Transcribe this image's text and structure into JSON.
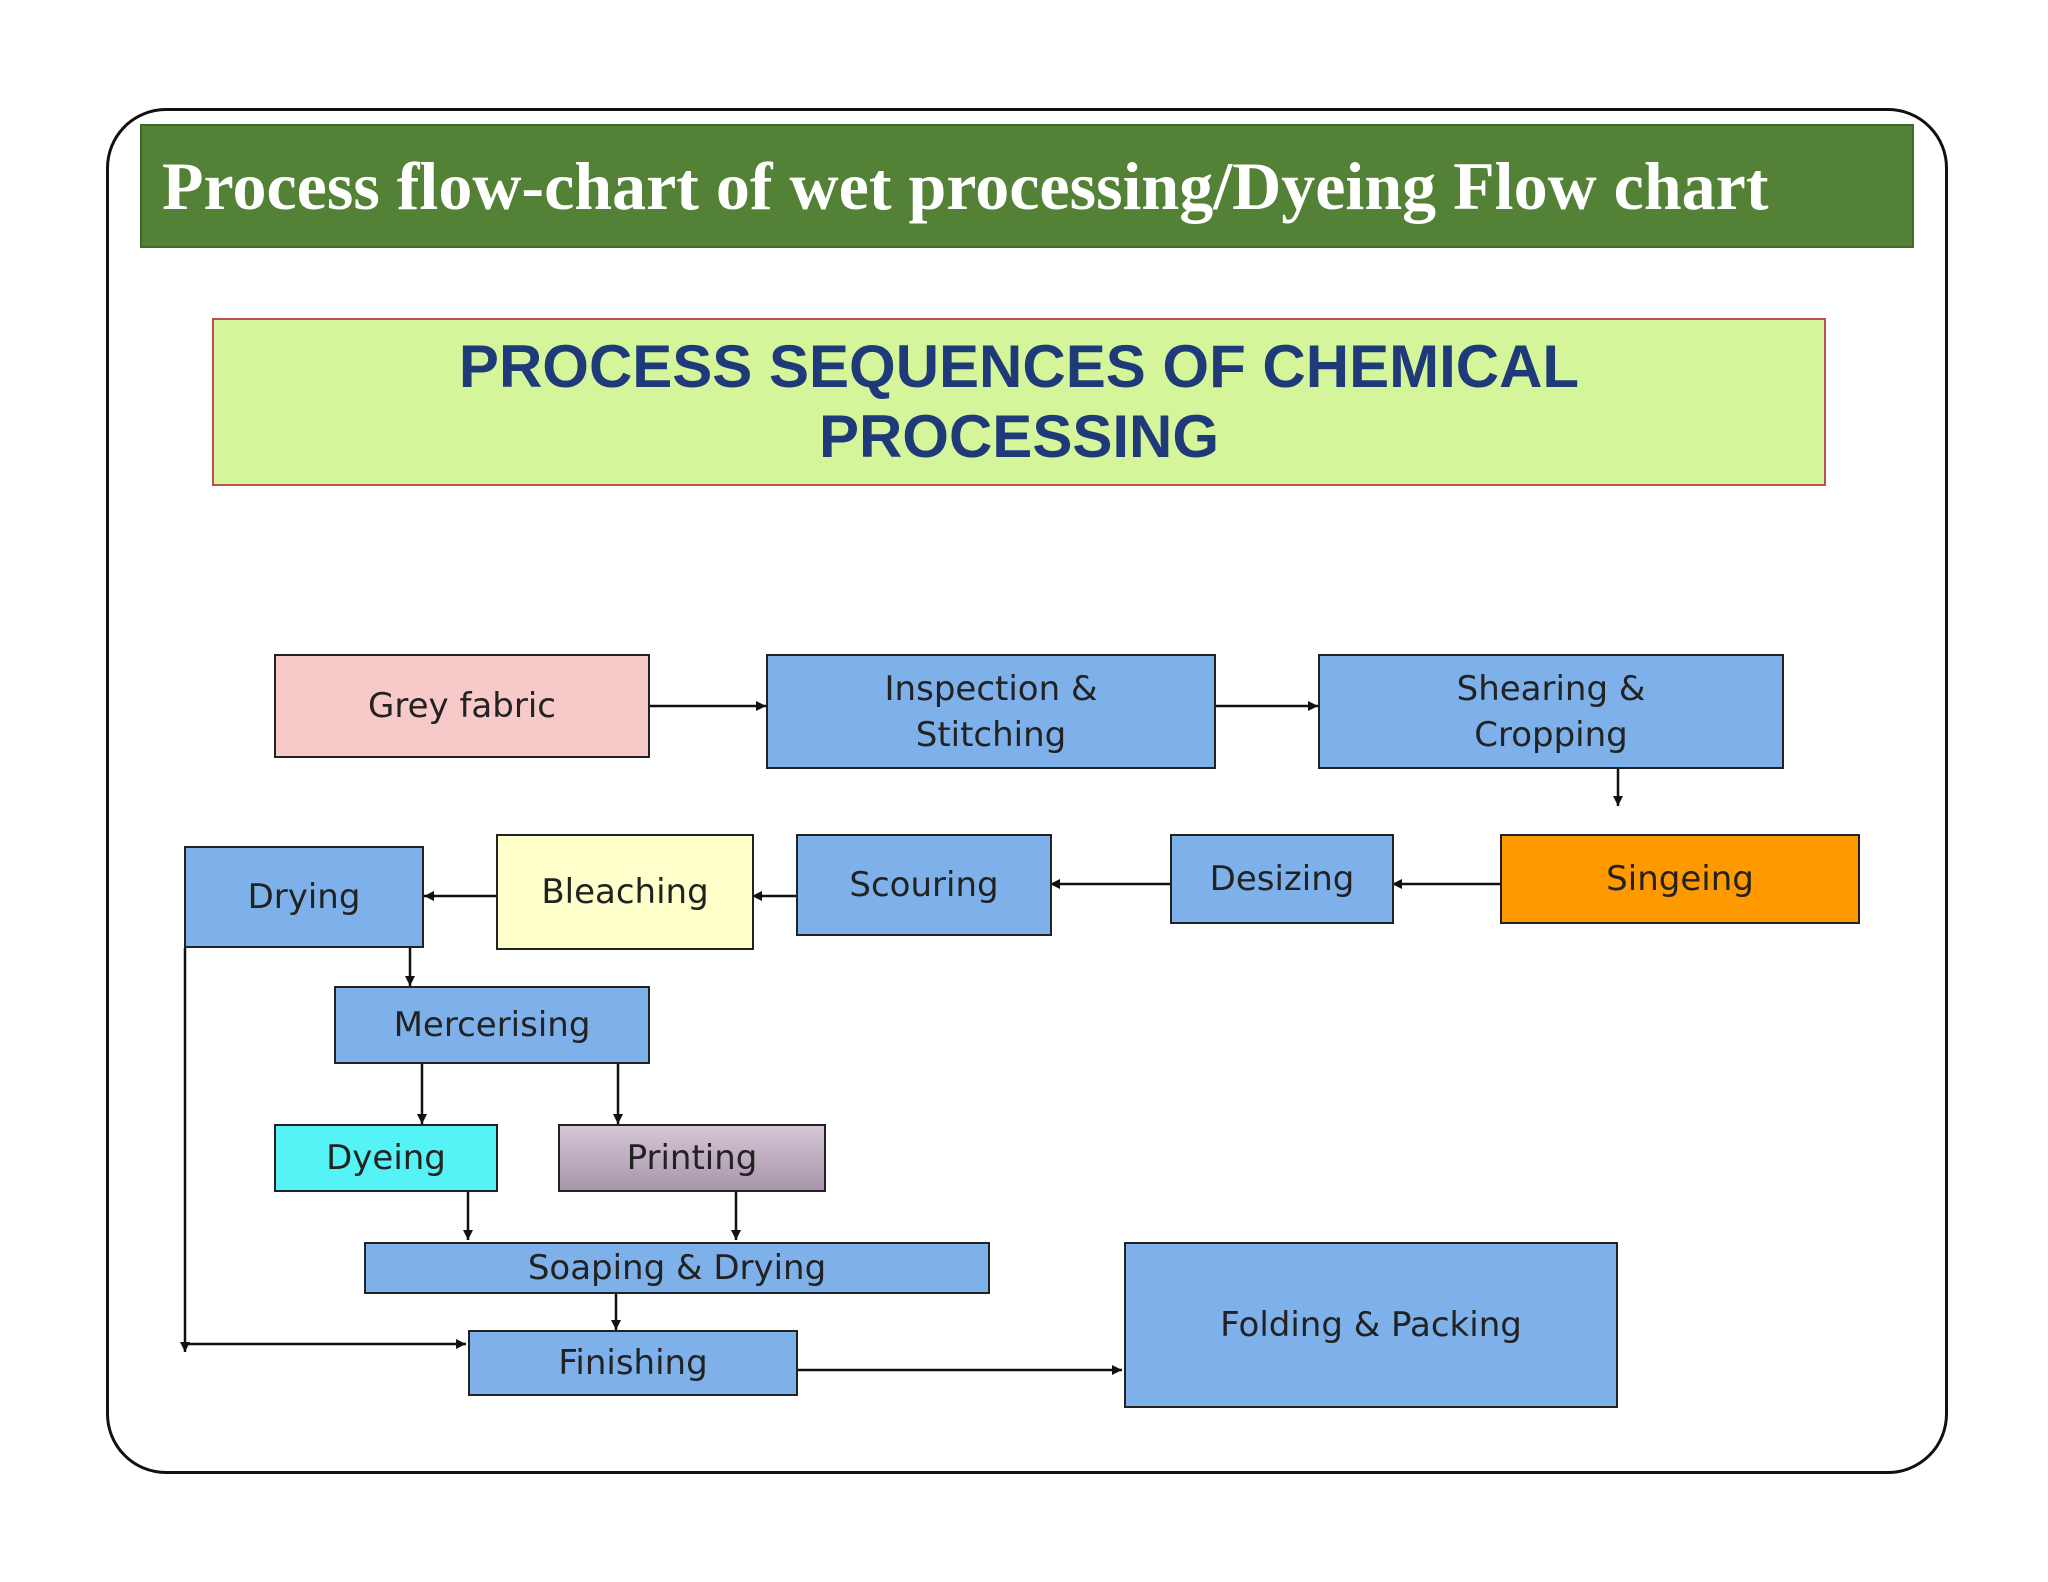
{
  "banner": {
    "title": "Process flow-chart of wet processing/Dyeing Flow chart"
  },
  "subtitle": {
    "line1": "PROCESS SEQUENCES OF CHEMICAL",
    "line2": "PROCESSING"
  },
  "colors": {
    "banner_green": "#538135",
    "subtitle_bg": "#d5f59b",
    "step_blue": "#7eb1ea",
    "grey_fabric_pink": "#f8c9c9",
    "singeing_orange": "#ff9900",
    "bleaching_cream": "#ffffcc",
    "dyeing_cyan": "#55f3f6",
    "printing_mauve": "#bda7be"
  },
  "nodes": {
    "grey_fabric": "Grey fabric",
    "inspection_line1": "Inspection &",
    "inspection_line2": "Stitching",
    "shearing_line1": "Shearing &",
    "shearing_line2": "Cropping",
    "singeing": "Singeing",
    "desizing": "Desizing",
    "scouring": "Scouring",
    "bleaching": "Bleaching",
    "drying": "Drying",
    "mercerising": "Mercerising",
    "dyeing": "Dyeing",
    "printing": "Printing",
    "soaping_drying": "Soaping & Drying",
    "finishing": "Finishing",
    "folding_packing": "Folding & Packing"
  }
}
